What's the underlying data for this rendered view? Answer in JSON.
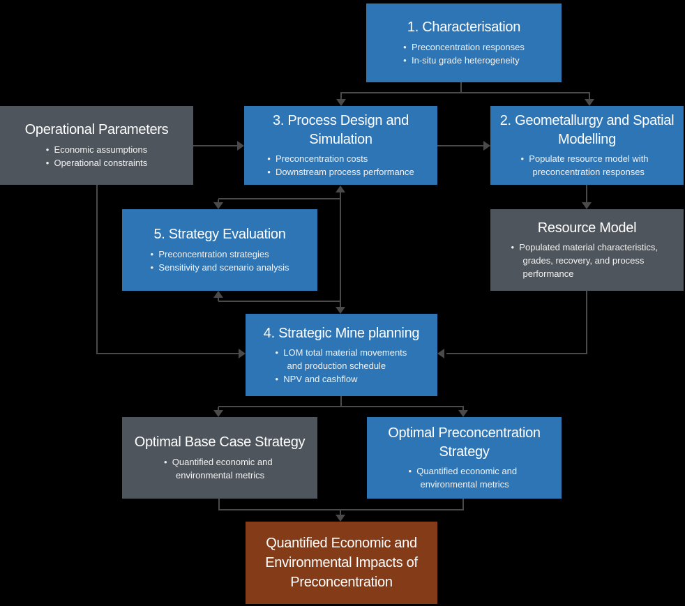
{
  "diagram": {
    "colors": {
      "background": "#000000",
      "blue_box": "#2E75B6",
      "gray_box": "#4F555C",
      "red_box": "#833B18",
      "connector": "#4A4A4A",
      "text": "#FFFFFF"
    },
    "boxes": {
      "characterisation": {
        "title": "1. Characterisation",
        "bullets": [
          "Preconcentration responses",
          "In-situ grade heterogeneity"
        ]
      },
      "operational_parameters": {
        "title": "Operational Parameters",
        "bullets": [
          "Economic assumptions",
          "Operational constraints"
        ]
      },
      "process_design": {
        "title": "3. Process Design and Simulation",
        "bullets": [
          "Preconcentration costs",
          "Downstream process performance"
        ]
      },
      "geometallurgy": {
        "title": "2. Geometallurgy and Spatial Modelling",
        "bullets": [
          "Populate resource model with preconcentration responses"
        ]
      },
      "strategy_evaluation": {
        "title": "5. Strategy Evaluation",
        "bullets": [
          "Preconcentration strategies",
          "Sensitivity and scenario analysis"
        ]
      },
      "resource_model": {
        "title": "Resource Model",
        "bullets": [
          "Populated material characteristics, grades, recovery, and process performance"
        ]
      },
      "mine_planning": {
        "title": "4. Strategic Mine planning",
        "bullets": [
          "LOM total material movements and production schedule",
          "NPV and cashflow"
        ]
      },
      "optimal_base_case": {
        "title": "Optimal Base Case Strategy",
        "bullets": [
          "Quantified economic and environmental metrics"
        ]
      },
      "optimal_preconcentration": {
        "title": "Optimal Preconcentration Strategy",
        "bullets": [
          "Quantified economic and environmental metrics"
        ]
      },
      "impacts": {
        "title": "Quantified Economic and Environmental Impacts of Preconcentration",
        "bullets": []
      }
    }
  }
}
